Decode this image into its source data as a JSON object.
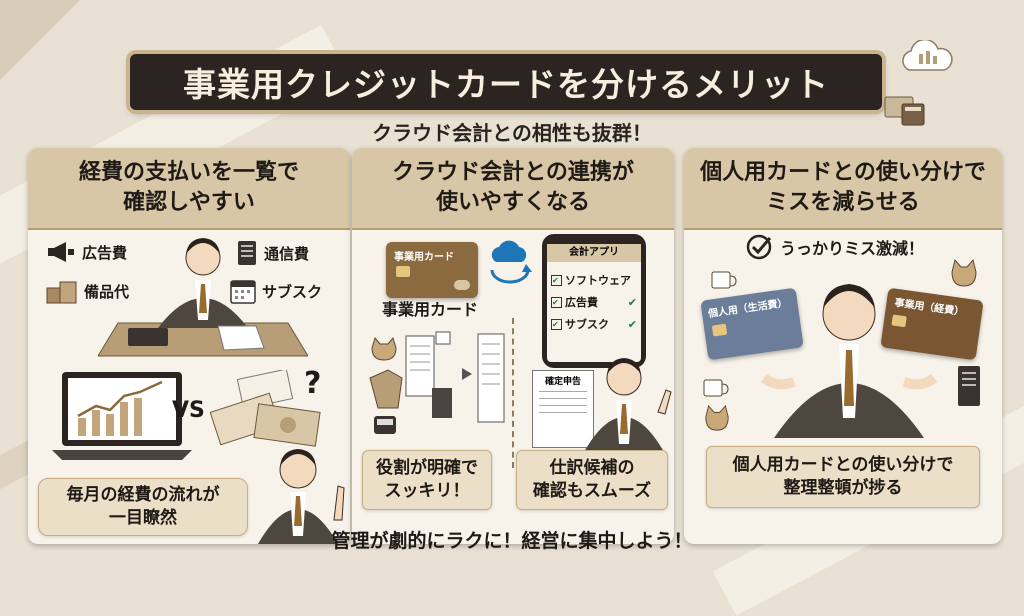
{
  "title": "事業用クレジットカードを分けるメリット",
  "subtitle": "クラウド会計との相性も抜群！",
  "footer": "管理が劇的にラクに！経営に集中しよう！",
  "panels": [
    {
      "heading_line1": "経費の支払いを一覧で",
      "heading_line2": "確認しやすい",
      "labels": [
        "広告費",
        "通信費",
        "備品代",
        "サブスク"
      ],
      "vs": "VS",
      "question": "?",
      "bubble_line1": "毎月の経費の流れが",
      "bubble_line2": "一目瞭然"
    },
    {
      "heading_line1": "クラウド会計との連携が",
      "heading_line2": "使いやすくなる",
      "card_text": "事業用カード",
      "card_caption": "事業用カード",
      "app_title": "会計アプリ",
      "checklist": [
        "ソフトウェア",
        "広告費",
        "サブスク"
      ],
      "doc_title": "確定申告",
      "tag_left_line1": "役割が明確で",
      "tag_left_line2": "スッキリ！",
      "tag_right_line1": "仕訳候補の",
      "tag_right_line2": "確認もスムーズ"
    },
    {
      "heading_line1": "個人用カードとの使い分けで",
      "heading_line2": "ミスを減らせる",
      "check_text": "うっかりミス激減！",
      "card_left": "個人用（生活費）",
      "card_right": "事業用（経費）",
      "tag_line1": "個人用カードとの使い分けで",
      "tag_line2": "整理整頓が捗る"
    }
  ],
  "colors": {
    "background": "#e9e2d4",
    "banner": "#2c2420",
    "accent_gold": "#c9b48f",
    "panel_head": "#d8c7a6",
    "check_green": "#1f7a4a"
  },
  "icons": [
    "megaphone-icon",
    "server-icon",
    "boxes-icon",
    "calendar-icon",
    "laptop-chart-icon",
    "money-icon",
    "sync-icon",
    "phone-app-icon",
    "cat-icon",
    "coffee-icon",
    "check-icon",
    "train-icon",
    "receipt-icon"
  ]
}
